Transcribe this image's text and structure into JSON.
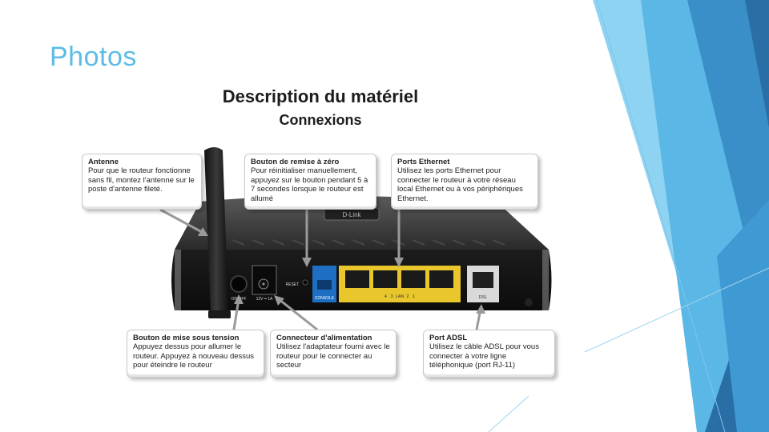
{
  "slide": {
    "title": "Photos",
    "colors": {
      "title": "#5bbde6",
      "accent_light": "#8fd3f2",
      "accent_mid": "#3b9fd6",
      "accent_dark": "#2a6ea6"
    }
  },
  "figure": {
    "title": "Description du matériel",
    "subtitle": "Connexions",
    "brand": "D-Link",
    "port_labels": {
      "power": "ON/OFF",
      "power_jack": "12V ━ 1A",
      "reset": "RESET",
      "console": "CONSOLE",
      "lan": "4   3  LAN  2   1",
      "dsl": "DSL"
    },
    "callouts": [
      {
        "id": "antenna",
        "title": "Antenne",
        "text": "Pour que le routeur fonctionne sans fil, montez l'antenne sur le poste d'antenne fileté."
      },
      {
        "id": "reset",
        "title": "Bouton de remise à zéro",
        "text": "Pour réinitialiser manuellement, appuyez sur le bouton pendant 5 à 7 secondes lorsque le routeur est allumé"
      },
      {
        "id": "ethernet",
        "title": "Ports Ethernet",
        "text": "Utilisez les ports Ethernet pour connecter le routeur à votre réseau local Ethernet ou à vos périphériques Ethernet."
      },
      {
        "id": "power-button",
        "title": "Bouton de mise sous tension",
        "text": "Appuyez dessus pour allumer le routeur. Appuyez à nouveau dessus pour éteindre le routeur"
      },
      {
        "id": "power-connector",
        "title": "Connecteur d'alimentation",
        "text": "Utilisez l'adaptateur fourni avec le routeur pour le connecter au secteur"
      },
      {
        "id": "adsl",
        "title": "Port ADSL",
        "text": "Utilisez le câble ADSL pour vous connecter à votre ligne téléphonique (port RJ-11)"
      }
    ]
  }
}
